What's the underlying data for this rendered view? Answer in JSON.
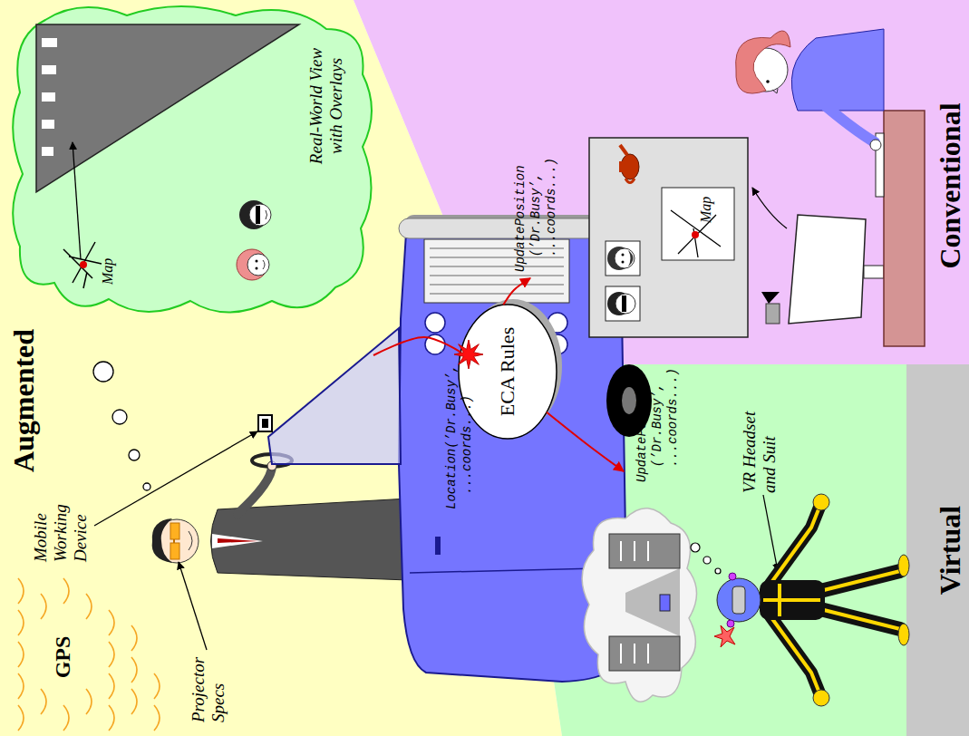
{
  "diagram": {
    "nodes": [
      {
        "text": [
          "Augmented"
        ]
      },
      {
        "text": [
          "ECA Rules"
        ]
      },
      {
        "text": [
          "Conventional"
        ]
      },
      {
        "text": [
          "Virtual"
        ]
      }
    ],
    "edges": [
      {
        "from": 0,
        "to": 1,
        "label": "Location(’Dr.Busy’, ...coords...)",
        "arrow": "none"
      },
      {
        "from": 1,
        "to": 2,
        "label": "UpdatePosition (’Dr.Busy’, ...coords...)",
        "arrow": "to"
      },
      {
        "from": 1,
        "to": 3,
        "label": "UpdatePosition (’Dr.Busy’, ...coords...)",
        "arrow": "to"
      }
    ],
    "labels": [
      "GPS",
      "Projector Specs",
      "Mobile Working Device",
      "Map",
      "Real-World View with Overlays",
      "Map",
      "VR Headset and Suit"
    ]
  }
}
